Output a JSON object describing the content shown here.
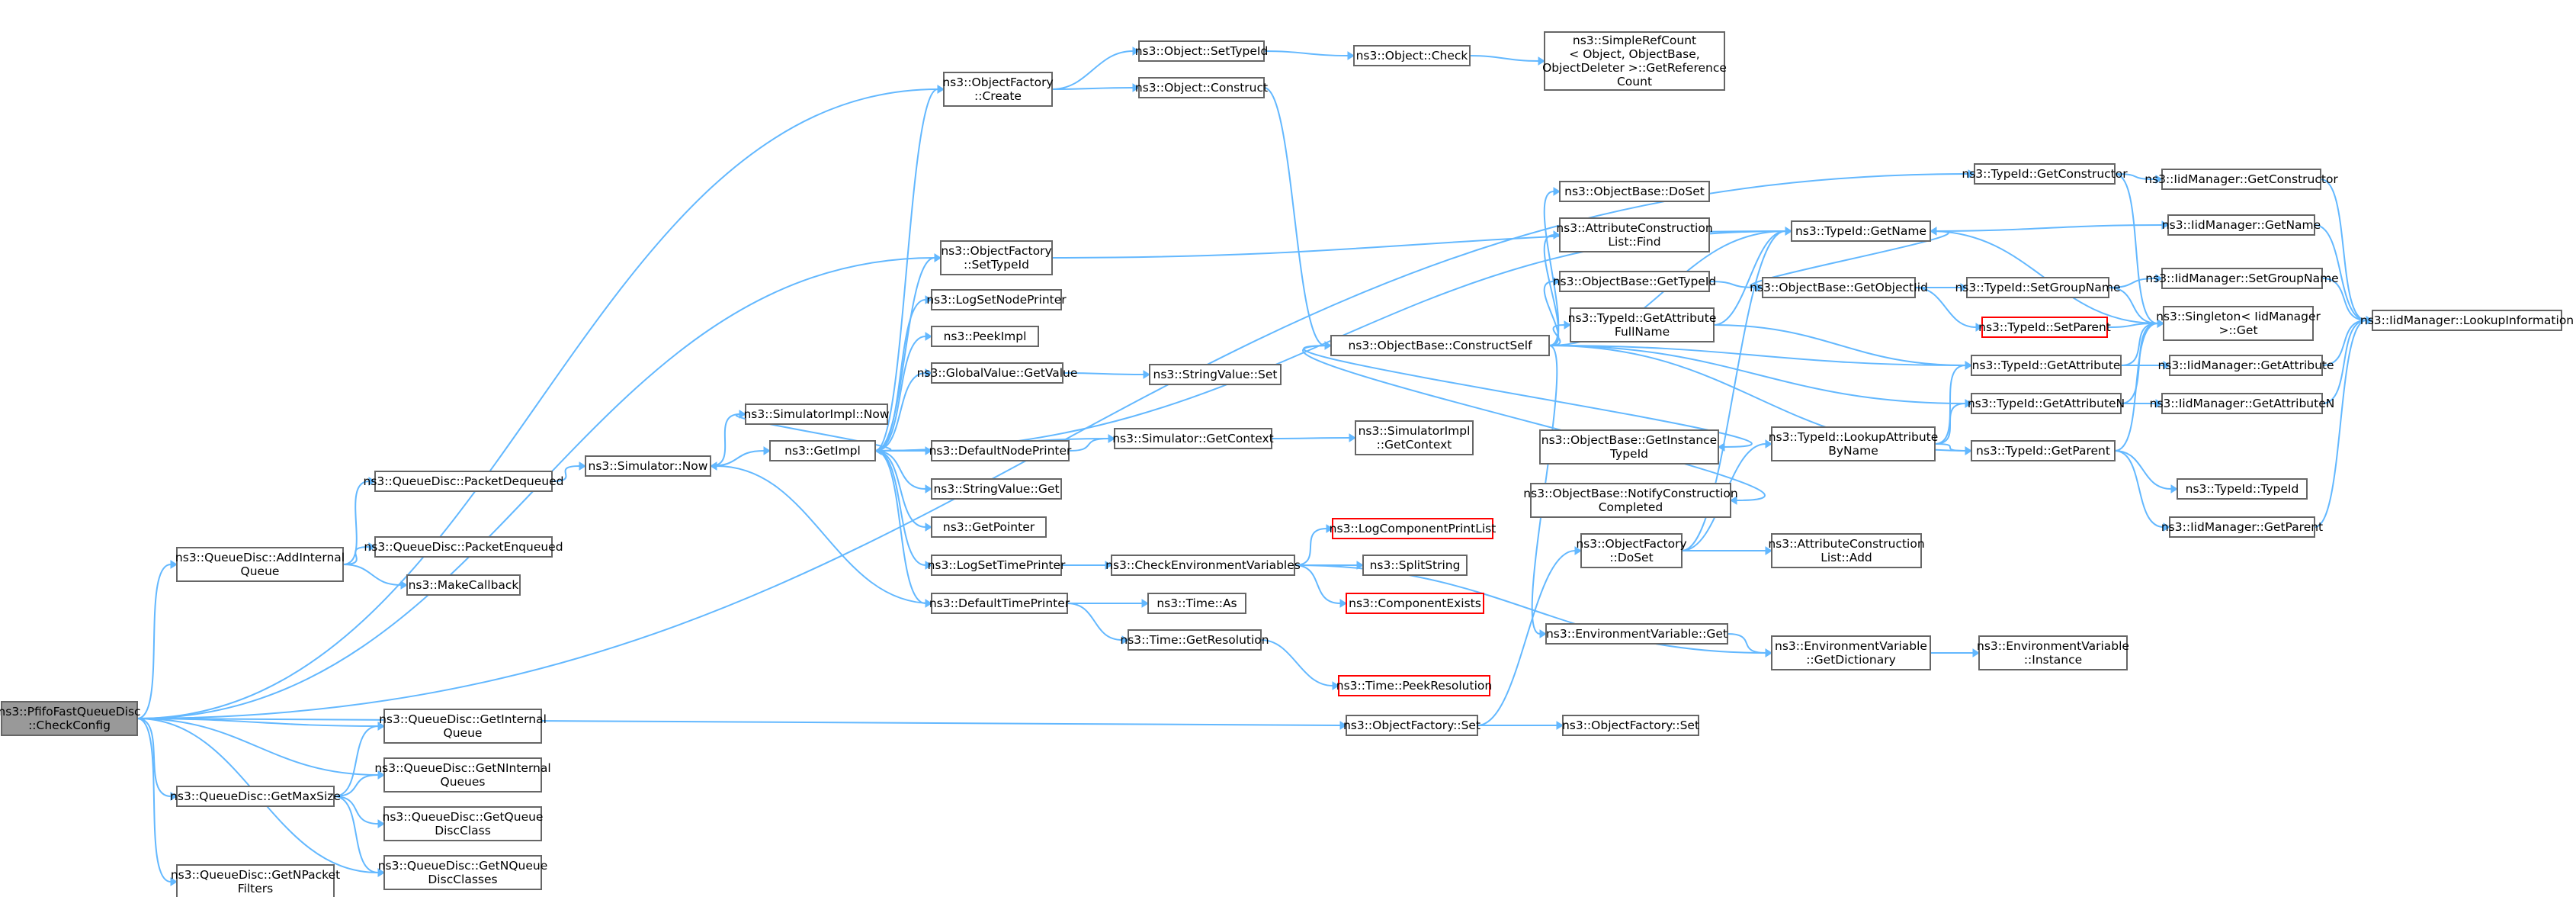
{
  "graph": {
    "root": "n0",
    "colors": {
      "edge": "#63b8ff",
      "node_border": "#666666",
      "root_fill": "#999999",
      "missing_border": "#ff0000"
    },
    "nodes": [
      {
        "id": "n0",
        "lines": [
          "ns3::PfifoFastQueueDisc",
          "::CheckConfig"
        ],
        "style": "root"
      },
      {
        "id": "n1",
        "lines": [
          "ns3::ObjectFactory",
          "::Create"
        ]
      },
      {
        "id": "n2",
        "lines": [
          "ns3::Object::SetTypeId"
        ]
      },
      {
        "id": "n3",
        "lines": [
          "ns3::Object::Construct"
        ]
      },
      {
        "id": "n4",
        "lines": [
          "ns3::Object::Check"
        ]
      },
      {
        "id": "n5",
        "lines": [
          "ns3::SimpleRefCount",
          "< Object, ObjectBase,",
          "ObjectDeleter >::GetReference",
          "Count"
        ]
      },
      {
        "id": "n6",
        "lines": [
          "ns3::ObjectBase::ConstructSelf"
        ]
      },
      {
        "id": "n7",
        "lines": [
          "ns3::TypeId::GetConstructor"
        ]
      },
      {
        "id": "n8",
        "lines": [
          "ns3::IidManager::GetConstructor"
        ]
      },
      {
        "id": "n9",
        "lines": [
          "ns3::ObjectFactory",
          "::SetTypeId"
        ]
      },
      {
        "id": "n10",
        "lines": [
          "ns3::TypeId::GetName"
        ]
      },
      {
        "id": "n11",
        "lines": [
          "ns3::IidManager::GetName"
        ]
      },
      {
        "id": "n12",
        "lines": [
          "ns3::ObjectBase::DoSet"
        ]
      },
      {
        "id": "n13",
        "lines": [
          "ns3::AttributeConstruction",
          "List::Find"
        ]
      },
      {
        "id": "n14",
        "lines": [
          "ns3::ObjectBase::GetTypeId"
        ]
      },
      {
        "id": "n15",
        "lines": [
          "ns3::ObjectBase::GetObjectIid"
        ]
      },
      {
        "id": "n16",
        "lines": [
          "ns3::TypeId::SetGroupName"
        ]
      },
      {
        "id": "n17",
        "lines": [
          "ns3::IidManager::SetGroupName"
        ]
      },
      {
        "id": "n18",
        "lines": [
          "ns3::Singleton< IidManager",
          ">::Get"
        ]
      },
      {
        "id": "n19",
        "lines": [
          "ns3::IidManager::LookupInformation"
        ]
      },
      {
        "id": "n20",
        "lines": [
          "ns3::TypeId::SetParent"
        ],
        "style": "red"
      },
      {
        "id": "n21",
        "lines": [
          "ns3::TypeId::GetAttribute",
          "FullName"
        ]
      },
      {
        "id": "n22",
        "lines": [
          "ns3::TypeId::GetAttribute"
        ]
      },
      {
        "id": "n23",
        "lines": [
          "ns3::IidManager::GetAttribute"
        ]
      },
      {
        "id": "n24",
        "lines": [
          "ns3::TypeId::GetAttributeN"
        ]
      },
      {
        "id": "n25",
        "lines": [
          "ns3::IidManager::GetAttributeN"
        ]
      },
      {
        "id": "n26",
        "lines": [
          "ns3::LogSetNodePrinter"
        ]
      },
      {
        "id": "n27",
        "lines": [
          "ns3::PeekImpl"
        ]
      },
      {
        "id": "n28",
        "lines": [
          "ns3::GlobalValue::GetValue"
        ]
      },
      {
        "id": "n29",
        "lines": [
          "ns3::StringValue::Set"
        ]
      },
      {
        "id": "n30",
        "lines": [
          "ns3::SimulatorImpl::Now"
        ]
      },
      {
        "id": "n31",
        "lines": [
          "ns3::Simulator::Now"
        ]
      },
      {
        "id": "n32",
        "lines": [
          "ns3::GetImpl"
        ]
      },
      {
        "id": "n33",
        "lines": [
          "ns3::DefaultNodePrinter"
        ]
      },
      {
        "id": "n34",
        "lines": [
          "ns3::Simulator::GetContext"
        ]
      },
      {
        "id": "n35",
        "lines": [
          "ns3::SimulatorImpl",
          "::GetContext"
        ]
      },
      {
        "id": "n36",
        "lines": [
          "ns3::StringValue::Get"
        ]
      },
      {
        "id": "n37",
        "lines": [
          "ns3::GetPointer"
        ]
      },
      {
        "id": "n38",
        "lines": [
          "ns3::LogSetTimePrinter"
        ]
      },
      {
        "id": "n39",
        "lines": [
          "ns3::CheckEnvironmentVariables"
        ]
      },
      {
        "id": "n40",
        "lines": [
          "ns3::LogComponentPrintList"
        ],
        "style": "red"
      },
      {
        "id": "n41",
        "lines": [
          "ns3::SplitString"
        ]
      },
      {
        "id": "n42",
        "lines": [
          "ns3::ComponentExists"
        ],
        "style": "red"
      },
      {
        "id": "n43",
        "lines": [
          "ns3::DefaultTimePrinter"
        ]
      },
      {
        "id": "n44",
        "lines": [
          "ns3::Time::As"
        ]
      },
      {
        "id": "n45",
        "lines": [
          "ns3::Time::GetResolution"
        ]
      },
      {
        "id": "n46",
        "lines": [
          "ns3::Time::PeekResolution"
        ],
        "style": "red"
      },
      {
        "id": "n47",
        "lines": [
          "ns3::ObjectBase::GetInstance",
          "TypeId"
        ]
      },
      {
        "id": "n48",
        "lines": [
          "ns3::ObjectBase::NotifyConstruction",
          "Completed"
        ]
      },
      {
        "id": "n49",
        "lines": [
          "ns3::ObjectFactory",
          "::DoSet"
        ]
      },
      {
        "id": "n50",
        "lines": [
          "ns3::TypeId::LookupAttribute",
          "ByName"
        ]
      },
      {
        "id": "n51",
        "lines": [
          "ns3::AttributeConstruction",
          "List::Add"
        ]
      },
      {
        "id": "n52",
        "lines": [
          "ns3::TypeId::GetParent"
        ]
      },
      {
        "id": "n53",
        "lines": [
          "ns3::TypeId::TypeId"
        ]
      },
      {
        "id": "n54",
        "lines": [
          "ns3::IidManager::GetParent"
        ]
      },
      {
        "id": "n55",
        "lines": [
          "ns3::EnvironmentVariable::Get"
        ]
      },
      {
        "id": "n56",
        "lines": [
          "ns3::EnvironmentVariable",
          "::GetDictionary"
        ]
      },
      {
        "id": "n57",
        "lines": [
          "ns3::EnvironmentVariable",
          "::Instance"
        ]
      },
      {
        "id": "n58",
        "lines": [
          "ns3::ObjectFactory::Set"
        ]
      },
      {
        "id": "n59",
        "lines": [
          "ns3::ObjectFactory::Set"
        ]
      },
      {
        "id": "n60",
        "lines": [
          "ns3::QueueDisc::PacketDequeued"
        ]
      },
      {
        "id": "n61",
        "lines": [
          "ns3::QueueDisc::AddInternal",
          "Queue"
        ]
      },
      {
        "id": "n62",
        "lines": [
          "ns3::QueueDisc::PacketEnqueued"
        ]
      },
      {
        "id": "n63",
        "lines": [
          "ns3::MakeCallback"
        ]
      },
      {
        "id": "n64",
        "lines": [
          "ns3::QueueDisc::GetInternal",
          "Queue"
        ]
      },
      {
        "id": "n65",
        "lines": [
          "ns3::QueueDisc::GetNInternal",
          "Queues"
        ]
      },
      {
        "id": "n66",
        "lines": [
          "ns3::QueueDisc::GetMaxSize"
        ]
      },
      {
        "id": "n67",
        "lines": [
          "ns3::QueueDisc::GetQueue",
          "DiscClass"
        ]
      },
      {
        "id": "n68",
        "lines": [
          "ns3::QueueDisc::GetNQueue",
          "DiscClasses"
        ]
      },
      {
        "id": "n69",
        "lines": [
          "ns3::QueueDisc::GetNPacket",
          "Filters"
        ]
      }
    ],
    "edges": [
      [
        "n0",
        "n1"
      ],
      [
        "n0",
        "n9"
      ],
      [
        "n0",
        "n61"
      ],
      [
        "n0",
        "n58"
      ],
      [
        "n0",
        "n64"
      ],
      [
        "n0",
        "n65"
      ],
      [
        "n0",
        "n66"
      ],
      [
        "n0",
        "n68"
      ],
      [
        "n0",
        "n69"
      ],
      [
        "n0",
        "n7"
      ],
      [
        "n1",
        "n2"
      ],
      [
        "n1",
        "n3"
      ],
      [
        "n2",
        "n4"
      ],
      [
        "n4",
        "n5"
      ],
      [
        "n3",
        "n6"
      ],
      [
        "n6",
        "n10"
      ],
      [
        "n6",
        "n12"
      ],
      [
        "n6",
        "n13"
      ],
      [
        "n6",
        "n14"
      ],
      [
        "n6",
        "n21"
      ],
      [
        "n6",
        "n22"
      ],
      [
        "n6",
        "n24"
      ],
      [
        "n6",
        "n47"
      ],
      [
        "n6",
        "n48"
      ],
      [
        "n6",
        "n52"
      ],
      [
        "n6",
        "n55"
      ],
      [
        "n7",
        "n8"
      ],
      [
        "n7",
        "n18"
      ],
      [
        "n8",
        "n19"
      ],
      [
        "n9",
        "n10"
      ],
      [
        "n10",
        "n11"
      ],
      [
        "n10",
        "n18"
      ],
      [
        "n11",
        "n19"
      ],
      [
        "n14",
        "n15"
      ],
      [
        "n15",
        "n16"
      ],
      [
        "n15",
        "n20"
      ],
      [
        "n15",
        "n10"
      ],
      [
        "n16",
        "n17"
      ],
      [
        "n16",
        "n18"
      ],
      [
        "n17",
        "n19"
      ],
      [
        "n20",
        "n18"
      ],
      [
        "n21",
        "n10"
      ],
      [
        "n21",
        "n22"
      ],
      [
        "n22",
        "n23"
      ],
      [
        "n22",
        "n18"
      ],
      [
        "n23",
        "n19"
      ],
      [
        "n24",
        "n25"
      ],
      [
        "n24",
        "n18"
      ],
      [
        "n25",
        "n19"
      ],
      [
        "n28",
        "n29"
      ],
      [
        "n30",
        "n32"
      ],
      [
        "n31",
        "n30"
      ],
      [
        "n31",
        "n32"
      ],
      [
        "n32",
        "n1"
      ],
      [
        "n32",
        "n9"
      ],
      [
        "n32",
        "n26"
      ],
      [
        "n32",
        "n27"
      ],
      [
        "n32",
        "n28"
      ],
      [
        "n32",
        "n33"
      ],
      [
        "n32",
        "n36"
      ],
      [
        "n32",
        "n37"
      ],
      [
        "n32",
        "n38"
      ],
      [
        "n32",
        "n43"
      ],
      [
        "n32",
        "n34"
      ],
      [
        "n32",
        "n10"
      ],
      [
        "n33",
        "n34"
      ],
      [
        "n34",
        "n35"
      ],
      [
        "n38",
        "n39"
      ],
      [
        "n39",
        "n40"
      ],
      [
        "n39",
        "n41"
      ],
      [
        "n39",
        "n42"
      ],
      [
        "n39",
        "n56"
      ],
      [
        "n43",
        "n44"
      ],
      [
        "n43",
        "n45"
      ],
      [
        "n43",
        "n31"
      ],
      [
        "n45",
        "n46"
      ],
      [
        "n49",
        "n50"
      ],
      [
        "n49",
        "n51"
      ],
      [
        "n49",
        "n10"
      ],
      [
        "n50",
        "n22"
      ],
      [
        "n50",
        "n24"
      ],
      [
        "n50",
        "n52"
      ],
      [
        "n52",
        "n53"
      ],
      [
        "n52",
        "n54"
      ],
      [
        "n52",
        "n18"
      ],
      [
        "n54",
        "n19"
      ],
      [
        "n55",
        "n56"
      ],
      [
        "n56",
        "n57"
      ],
      [
        "n58",
        "n59"
      ],
      [
        "n58",
        "n49"
      ],
      [
        "n60",
        "n31"
      ],
      [
        "n61",
        "n60"
      ],
      [
        "n61",
        "n62"
      ],
      [
        "n61",
        "n63"
      ],
      [
        "n66",
        "n64"
      ],
      [
        "n66",
        "n65"
      ],
      [
        "n66",
        "n67"
      ],
      [
        "n66",
        "n68"
      ]
    ]
  }
}
